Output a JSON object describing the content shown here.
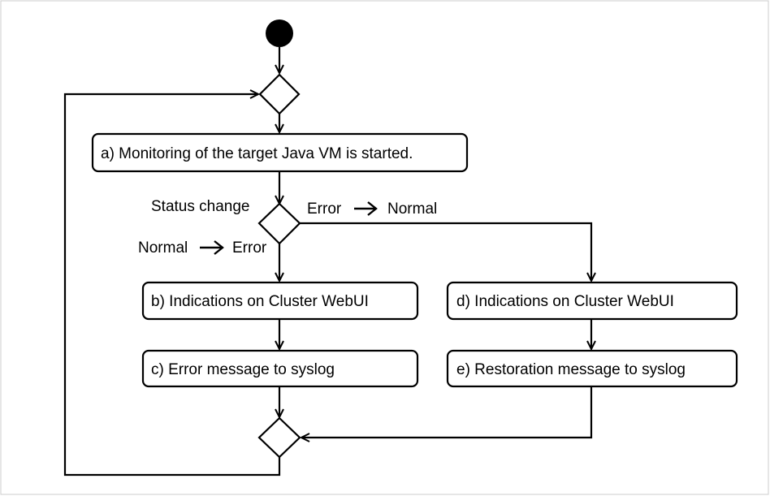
{
  "diagram": {
    "colors": {
      "stroke": "#000000",
      "fill": "#ffffff",
      "text": "#000000",
      "frame": "#cccccc"
    },
    "nodes": {
      "a": "a) Monitoring of the target Java VM is started.",
      "b": "b) Indications on Cluster WebUI",
      "c": "c) Error message to syslog",
      "d": "d) Indications on Cluster WebUI",
      "e": "e) Restoration message to syslog"
    },
    "labels": {
      "status_change": "Status change",
      "branch_right": {
        "from": "Error",
        "to": "Normal"
      },
      "branch_down": {
        "from": "Normal",
        "to": "Error"
      }
    }
  }
}
